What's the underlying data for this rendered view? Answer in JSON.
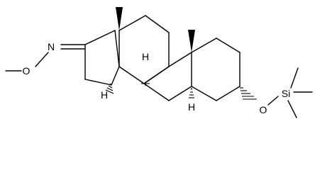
{
  "diagram": {
    "atoms": {
      "oxime_n": "N",
      "oxime_o": "O",
      "ether_o": "O",
      "silicon": "Si",
      "h_c14": "H",
      "h_c9": "H",
      "h_c5": "H"
    }
  }
}
